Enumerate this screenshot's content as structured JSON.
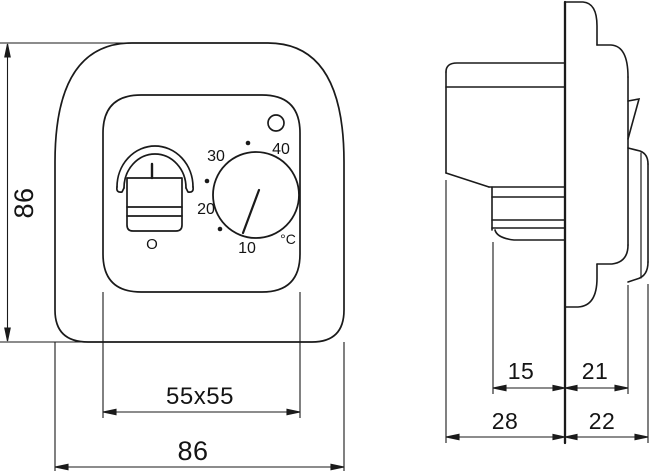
{
  "drawing": {
    "type": "thermostat-dimensional-drawing",
    "colors": {
      "line": "#1a1a1a",
      "background": "#ffffff"
    },
    "front_view": {
      "dim_height": "86",
      "dim_width": "86",
      "dim_inner_module": "55x55",
      "switch": {
        "off_label": "O"
      },
      "dial": {
        "t10": "10",
        "t20": "20",
        "t30": "30",
        "t40": "40",
        "unit": "°C"
      }
    },
    "side_view": {
      "dim_recess_depth": "15",
      "dim_module_protrusion": "21",
      "dim_rear_depth": "28",
      "dim_knob_protrusion": "22"
    }
  }
}
